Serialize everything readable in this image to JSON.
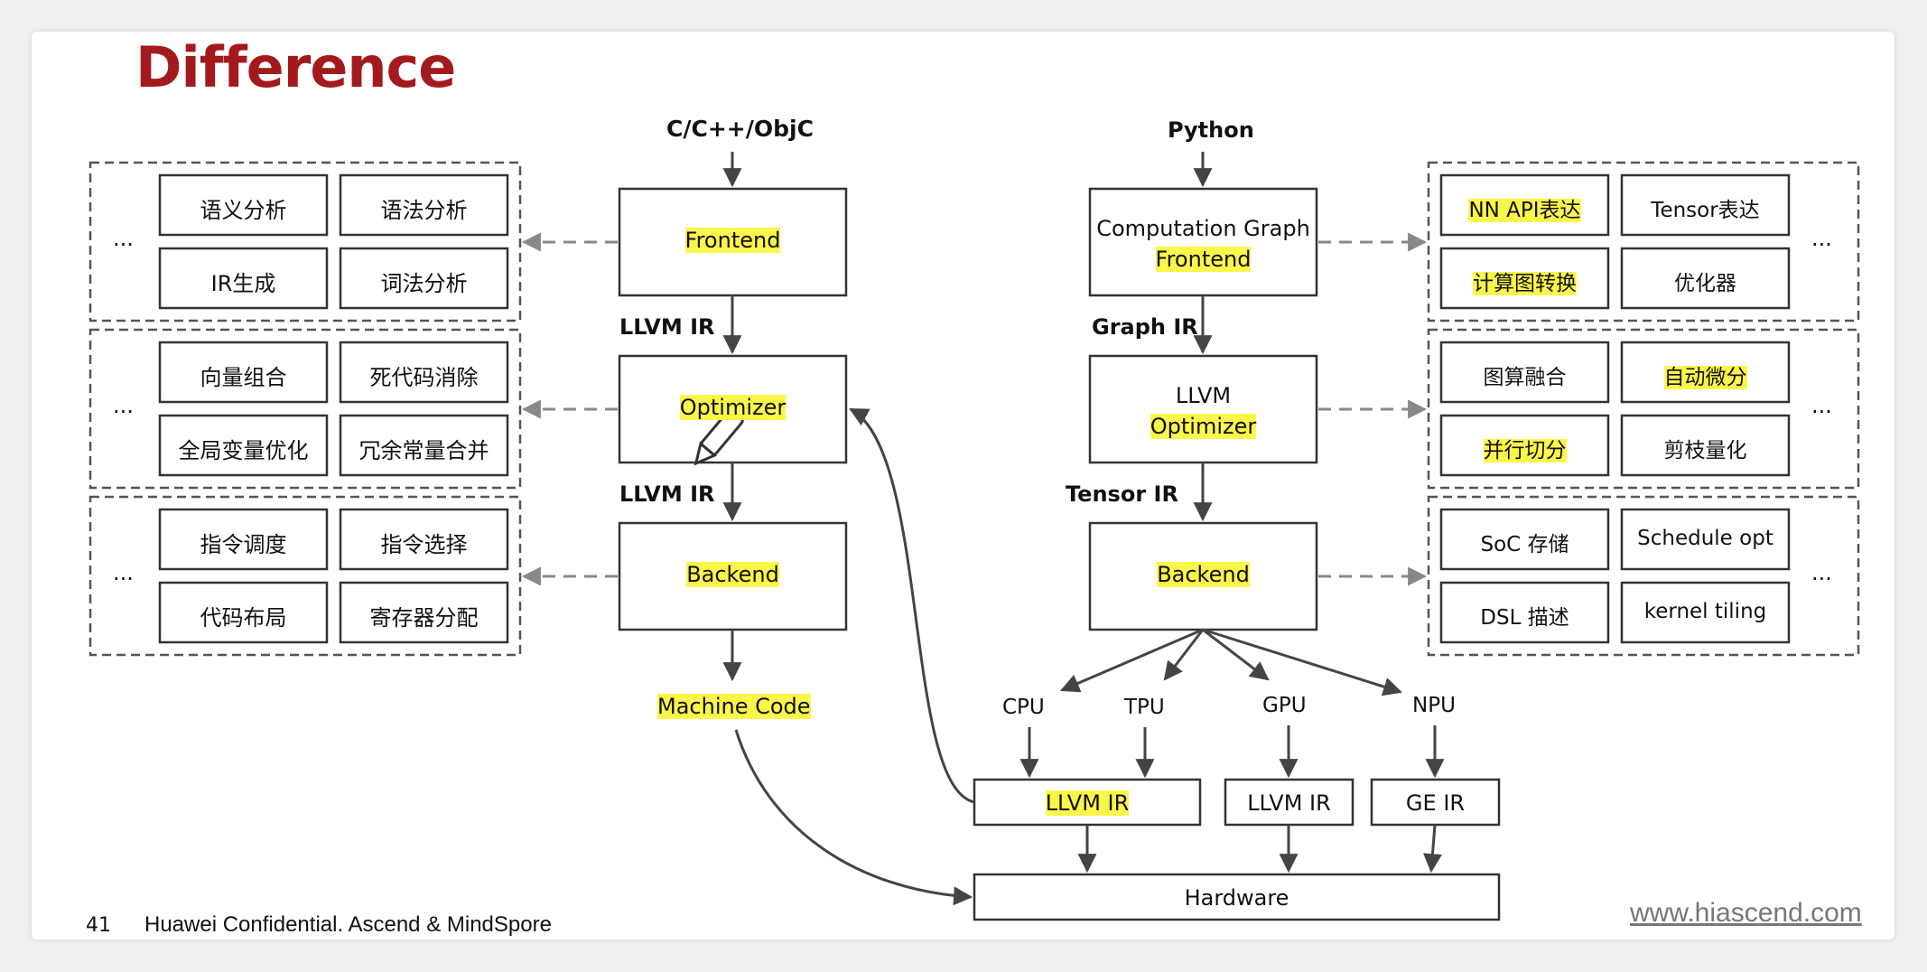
{
  "title": "Difference",
  "footer": {
    "page_number": "41",
    "text": "Huawei Confidential. Ascend & MindSpore",
    "website": "www.hiascend.com"
  },
  "colors": {
    "title": "#a31a1d",
    "highlight": "#fbf64a",
    "box_border": "#333333",
    "dashed": "#555555",
    "arrow": "#444444"
  },
  "llvm_flow": {
    "input": "C/C++/ObjC",
    "frontend": "Frontend",
    "ir1": "LLVM IR",
    "optimizer": "Optimizer",
    "ir2": "LLVM IR",
    "backend": "Backend",
    "output": "Machine Code"
  },
  "ai_flow": {
    "input": "Python",
    "frontend_line1": "Computation Graph",
    "frontend_line2": "Frontend",
    "ir1": "Graph IR",
    "optimizer_line1": "LLVM",
    "optimizer_line2": "Optimizer",
    "ir2": "Tensor IR",
    "backend": "Backend",
    "targets": [
      "CPU",
      "TPU",
      "GPU",
      "NPU"
    ],
    "irs": [
      "LLVM IR",
      "LLVM IR",
      "GE IR"
    ],
    "hardware": "Hardware"
  },
  "left_groups": {
    "ellipsis": "...",
    "frontend": [
      "语义分析",
      "语法分析",
      "IR生成",
      "词法分析"
    ],
    "optimizer": [
      "向量组合",
      "死代码消除",
      "全局变量优化",
      "冗余常量合并"
    ],
    "backend": [
      "指令调度",
      "指令选择",
      "代码布局",
      "寄存器分配"
    ]
  },
  "right_groups": {
    "ellipsis": "...",
    "frontend": [
      "NN API表达",
      "Tensor表达",
      "计算图转换",
      "优化器"
    ],
    "optimizer": [
      "图算融合",
      "自动微分",
      "并行切分",
      "剪枝量化"
    ],
    "backend": [
      "SoC 存储",
      "Schedule opt",
      "DSL 描述",
      "kernel tiling"
    ]
  }
}
